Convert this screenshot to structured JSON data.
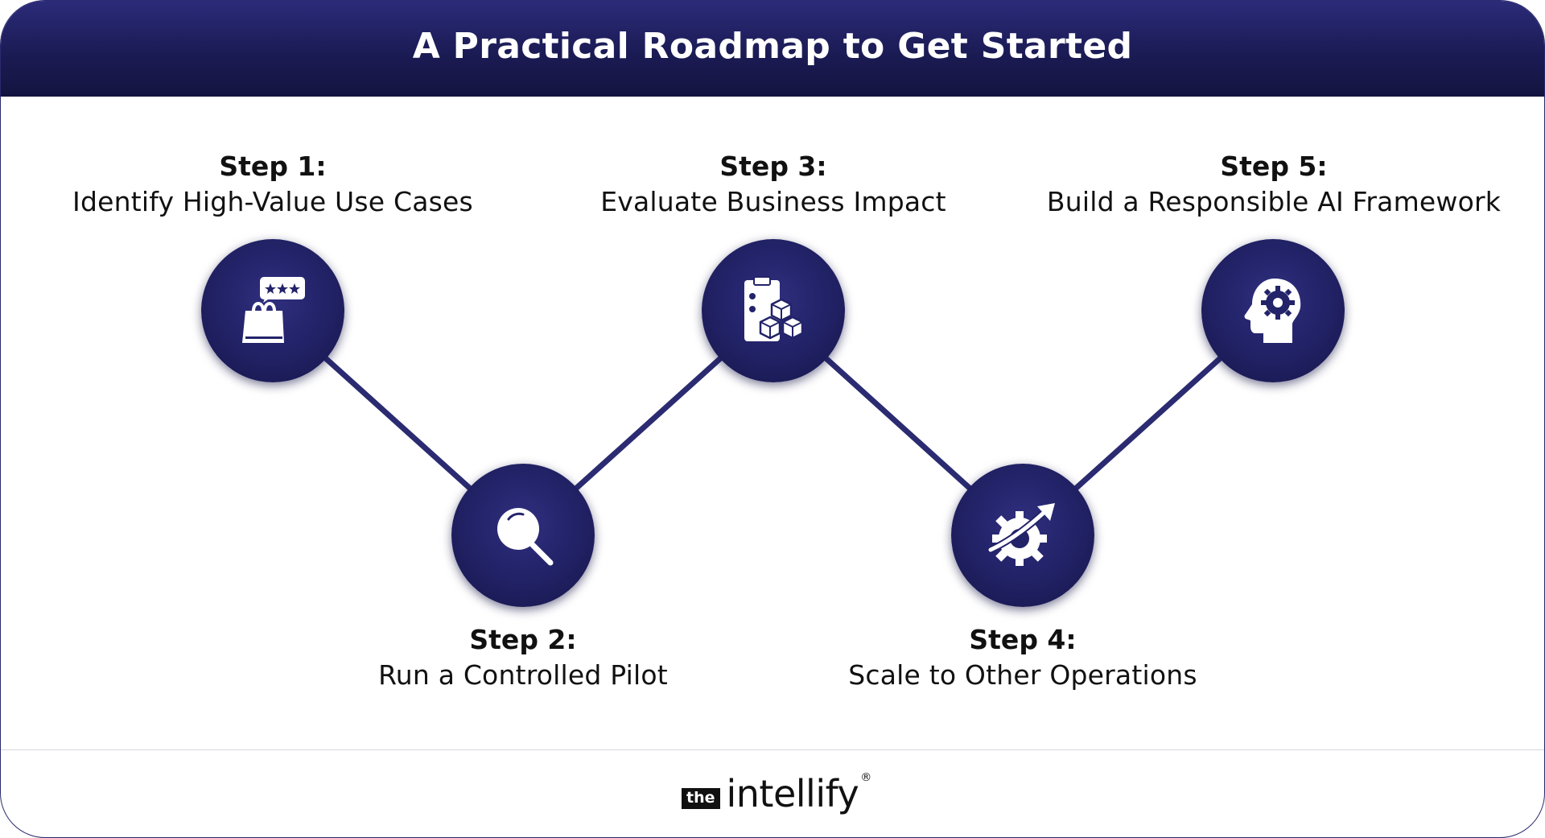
{
  "header": {
    "title": "A Practical Roadmap to Get Started"
  },
  "steps": [
    {
      "number": "Step 1:",
      "label": "Identify High-Value Use Cases",
      "icon": "shopping-bag-rating-icon"
    },
    {
      "number": "Step 2:",
      "label": "Run a Controlled Pilot",
      "icon": "magnifier-icon"
    },
    {
      "number": "Step 3:",
      "label": "Evaluate Business Impact",
      "icon": "clipboard-boxes-icon"
    },
    {
      "number": "Step 4:",
      "label": "Scale to Other Operations",
      "icon": "gear-growth-arrow-icon"
    },
    {
      "number": "Step 5:",
      "label": "Build a Responsible AI Framework",
      "icon": "head-gear-icon"
    }
  ],
  "footer": {
    "logo_badge": "the",
    "logo_word": "intellify",
    "logo_mark": "®"
  },
  "colors": {
    "header_bg": "#1b1b55",
    "node_bg": "#23236a",
    "connector": "#2b2b72",
    "text": "#111111"
  }
}
